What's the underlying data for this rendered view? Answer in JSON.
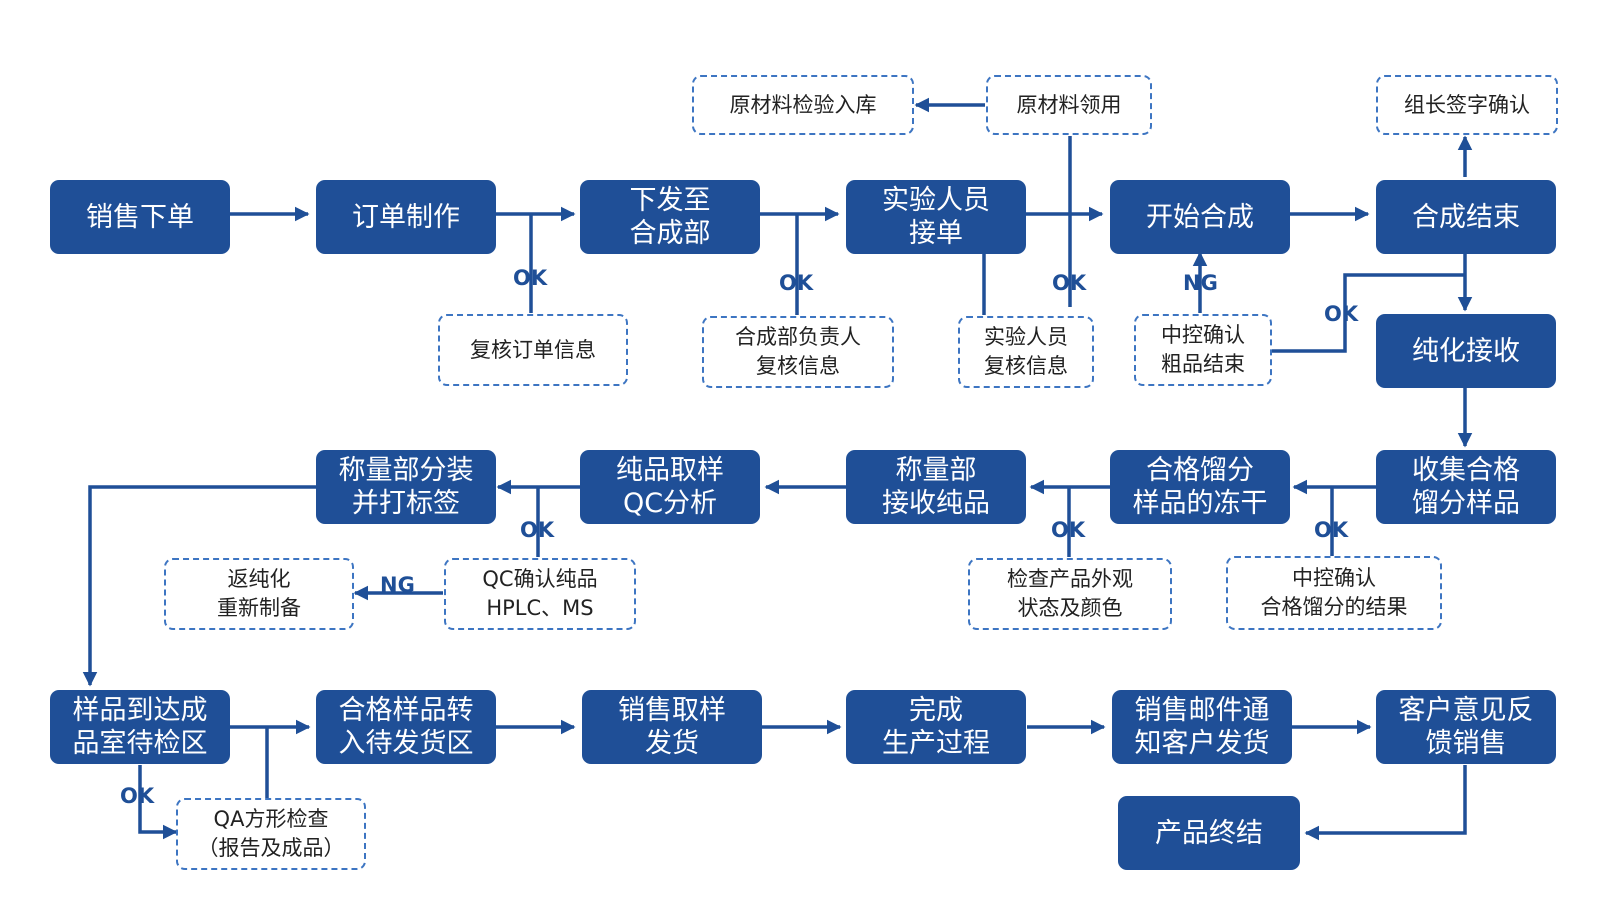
{
  "colors": {
    "process_fill": "#1f4f97",
    "note_border": "#3d75c2",
    "arrow": "#1f4f97"
  },
  "process": {
    "sales_order": "销售下单",
    "order_making": "订单制作",
    "dispatch_synthesis": "下发至\n合成部",
    "lab_accept": "实验人员\n接单",
    "start_synthesis": "开始合成",
    "synthesis_end": "合成结束",
    "purification_receive": "纯化接收",
    "collect_fractions": "收集合格\n馏分样品",
    "freeze_dry": "合格馏分\n样品的冻干",
    "weighing_receive": "称量部\n接收纯品",
    "qc_sampling": "纯品取样\nQC分析",
    "weighing_pack": "称量部分装\n并打标签",
    "arrive_finished_room": "样品到达成\n品室待检区",
    "move_to_shipping": "合格样品转\n入待发货区",
    "sales_sampling": "销售取样\n发货",
    "production_complete": "完成\n生产过程",
    "email_customer": "销售邮件通\n知客户发货",
    "customer_feedback": "客户意见反\n馈销售",
    "product_close": "产品终结"
  },
  "notes": {
    "raw_inspection": "原材料检验入库",
    "raw_requisition": "原材料领用",
    "leader_sign": "组长签字确认",
    "review_order": "复核订单信息",
    "synthesis_head_review": "合成部负责人\n复核信息",
    "lab_review": "实验人员\n复核信息",
    "ipc_crude": "中控确认\n粗品结束",
    "return_purify": "返纯化\n重新制备",
    "qc_confirm": "QC确认纯品\nHPLC、MS",
    "check_appearance": "检查产品外观\n状态及颜色",
    "ipc_fractions": "中控确认\n合格馏分的结果",
    "qa_check": "QA方形检查\n（报告及成品）"
  },
  "tags": {
    "ok": "OK",
    "ng": "NG"
  }
}
